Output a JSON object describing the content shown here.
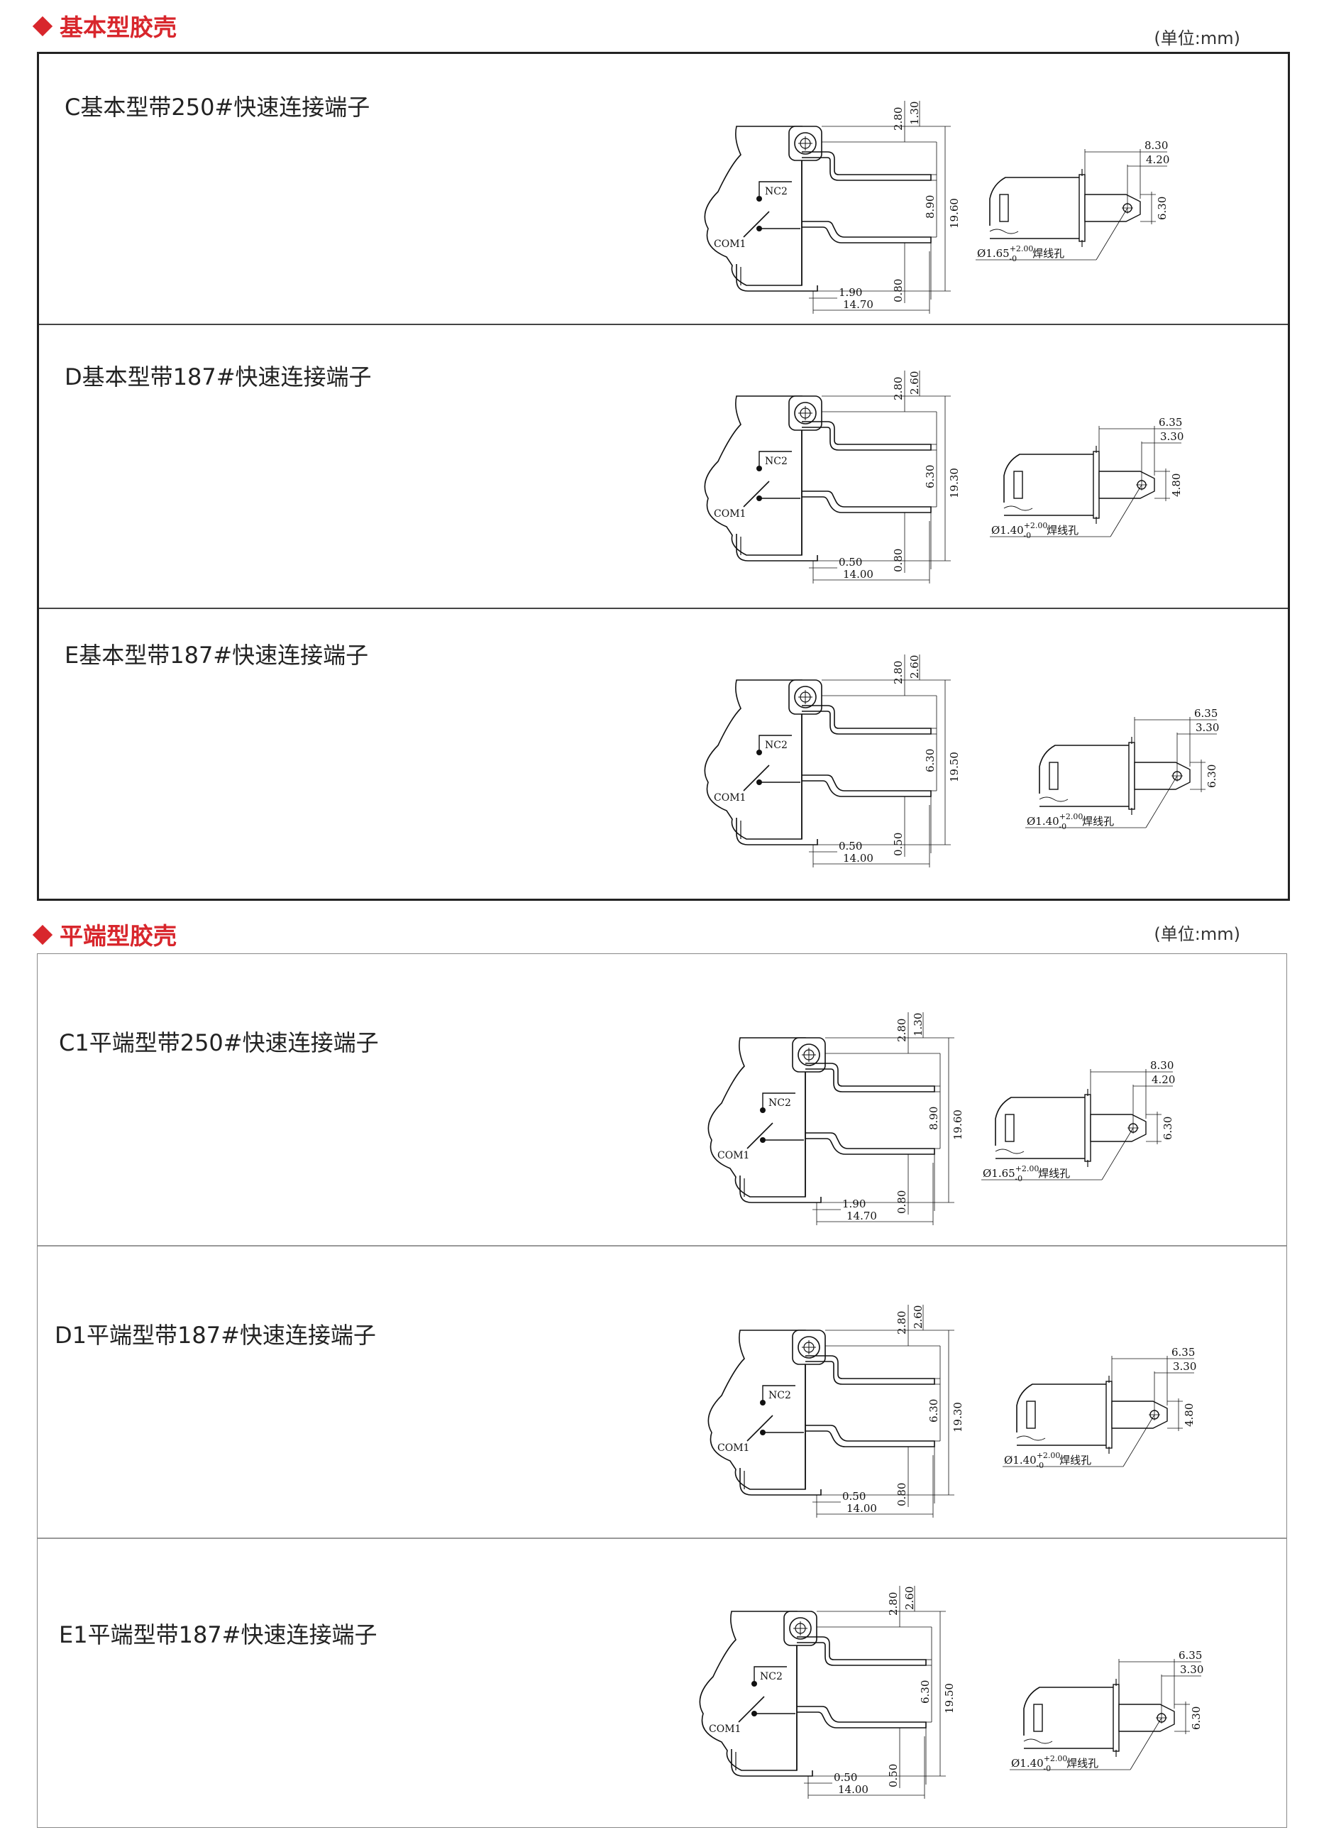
{
  "sections": [
    {
      "title": "基本型胶壳",
      "unit": "(单位:mm)",
      "rows": [
        {
          "label": "C基本型带250#快速连接端子",
          "side": {
            "top1": "2.80",
            "top2": "1.30",
            "mid": "8.90",
            "tall": "19.60",
            "low": "0.80",
            "b1": "1.90",
            "b2": "14.70",
            "nc": "NC2",
            "com": "COM1"
          },
          "end": {
            "w1": "8.30",
            "w2": "4.20",
            "h": "6.30",
            "hole_prefix": "Ø1.65",
            "tol": "+2.00",
            "tol_low": "-0",
            "hole_suffix": "焊线孔"
          }
        },
        {
          "label": "D基本型带187#快速连接端子",
          "side": {
            "top1": "2.80",
            "top2": "2.60",
            "mid": "6.30",
            "tall": "19.30",
            "low": "0.80",
            "b1": "0.50",
            "b2": "14.00",
            "nc": "NC2",
            "com": "COM1"
          },
          "end": {
            "w1": "6.35",
            "w2": "3.30",
            "h": "4.80",
            "hole_prefix": "Ø1.40",
            "tol": "+2.00",
            "tol_low": "-0",
            "hole_suffix": "焊线孔"
          }
        },
        {
          "label": "E基本型带187#快速连接端子",
          "side": {
            "top1": "2.80",
            "top2": "2.60",
            "mid": "6.30",
            "tall": "19.50",
            "low": "0.50",
            "b1": "0.50",
            "b2": "14.00",
            "nc": "NC2",
            "com": "COM1"
          },
          "end": {
            "w1": "6.35",
            "w2": "3.30",
            "h": "6.30",
            "hole_prefix": "Ø1.40",
            "tol": "+2.00",
            "tol_low": "-0",
            "hole_suffix": "焊线孔"
          }
        }
      ]
    },
    {
      "title": "平端型胶壳",
      "unit": "(单位:mm)",
      "rows": [
        {
          "label": "C1平端型带250#快速连接端子",
          "side": {
            "top1": "2.80",
            "top2": "1.30",
            "mid": "8.90",
            "tall": "19.60",
            "low": "0.80",
            "b1": "1.90",
            "b2": "14.70",
            "nc": "NC2",
            "com": "COM1"
          },
          "end": {
            "w1": "8.30",
            "w2": "4.20",
            "h": "6.30",
            "hole_prefix": "Ø1.65",
            "tol": "+2.00",
            "tol_low": "-0",
            "hole_suffix": "焊线孔"
          }
        },
        {
          "label": "D1平端型带187#快速连接端子",
          "side": {
            "top1": "2.80",
            "top2": "2.60",
            "mid": "6.30",
            "tall": "19.30",
            "low": "0.80",
            "b1": "0.50",
            "b2": "14.00",
            "nc": "NC2",
            "com": "COM1"
          },
          "end": {
            "w1": "6.35",
            "w2": "3.30",
            "h": "4.80",
            "hole_prefix": "Ø1.40",
            "tol": "+2.00",
            "tol_low": "-0",
            "hole_suffix": "焊线孔"
          }
        },
        {
          "label": "E1平端型带187#快速连接端子",
          "side": {
            "top1": "2.80",
            "top2": "2.60",
            "mid": "6.30",
            "tall": "19.50",
            "low": "0.50",
            "b1": "0.50",
            "b2": "14.00",
            "nc": "NC2",
            "com": "COM1"
          },
          "end": {
            "w1": "6.35",
            "w2": "3.30",
            "h": "6.30",
            "hole_prefix": "Ø1.40",
            "tol": "+2.00",
            "tol_low": "-0",
            "hole_suffix": "焊线孔"
          }
        }
      ]
    }
  ]
}
